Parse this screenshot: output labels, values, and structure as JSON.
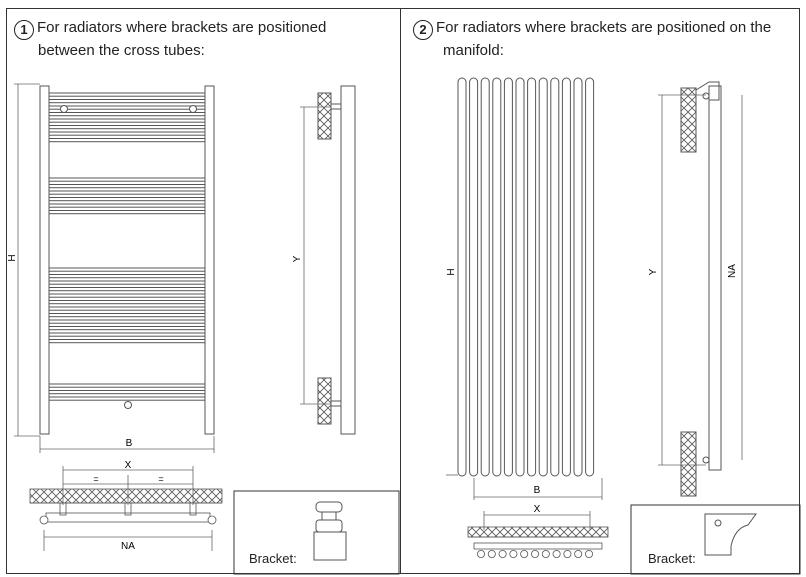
{
  "panel1": {
    "number": "1",
    "title_line1": "For radiators where brackets are positioned",
    "title_line2": "between the cross tubes:",
    "dim_h": "H",
    "dim_b": "B",
    "dim_y": "Y",
    "dim_x": "X",
    "dim_eq_left": "=",
    "dim_eq_right": "=",
    "dim_na": "NA",
    "bracket_label": "Bracket:"
  },
  "panel2": {
    "number": "2",
    "title_line1": "For radiators where brackets are positioned on the",
    "title_line2": "manifold:",
    "dim_h": "H",
    "dim_b": "B",
    "dim_y": "Y",
    "dim_na": "NA",
    "dim_x": "X",
    "bracket_label": "Bracket:"
  },
  "colors": {
    "line": "#555555",
    "text": "#222222"
  }
}
